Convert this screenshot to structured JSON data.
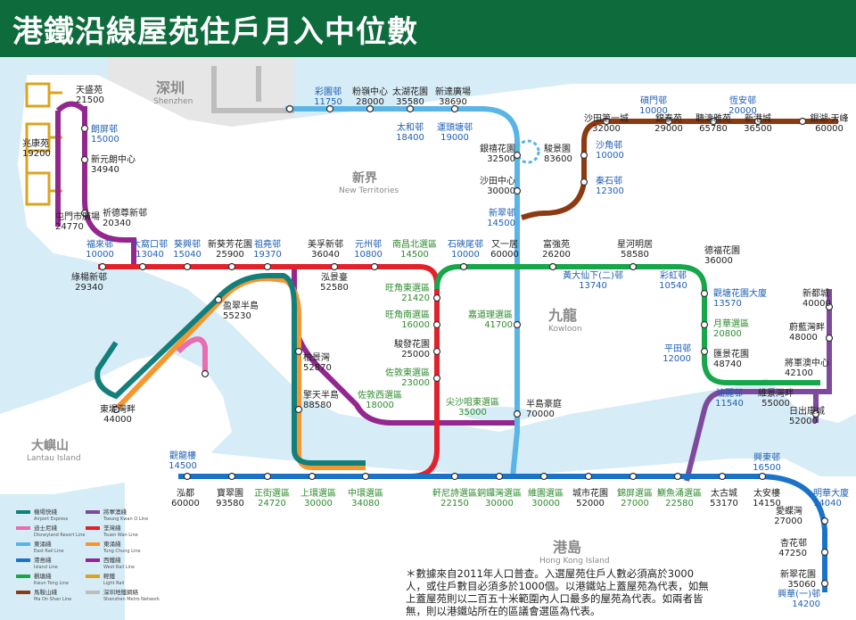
{
  "title": "港鐵沿線屋苑住戶月入中位數",
  "colors": {
    "title_bg": "#0e6b3c",
    "sea": "#d6ecf7",
    "land": "#ffffff",
    "tsuen_wan_line": "#e3212b",
    "kwun_tong_line": "#17a74a",
    "island_line": "#1a73c7",
    "east_rail_line": "#5ab4e5",
    "tuen_ma_line": "#93278f",
    "ma_on_shan_line": "#8b3a12",
    "tung_chung_line": "#f5962f",
    "airport_express": "#127f7a",
    "disneyland_line": "#e86db1",
    "light_rail": "#d9a520",
    "tseung_kwan_o_line": "#7d4a9e"
  },
  "areas": {
    "shenzhen": {
      "zh": "深圳",
      "en": "Shenzhen"
    },
    "new_territories": {
      "zh": "新界",
      "en": "New Territories"
    },
    "kowloon": {
      "zh": "九龍",
      "en": "Kowloon"
    },
    "hong_kong_island": {
      "zh": "港島",
      "en": "Hong Kong Island"
    },
    "lantau": {
      "zh": "大嶼山",
      "en": "Lantau Island"
    }
  },
  "stations": [
    {
      "id": "tin-shui-wai",
      "name": "天盛苑",
      "value": "21500",
      "style": "normal"
    },
    {
      "id": "long-ping",
      "name": "朗屏邨",
      "value": "15000",
      "style": "blue"
    },
    {
      "id": "yuen-long",
      "name": "新元朗中心",
      "value": "34940",
      "style": "normal"
    },
    {
      "id": "siu-hong",
      "name": "兆康苑",
      "value": "19200",
      "style": "normal"
    },
    {
      "id": "tuen-mun",
      "name": "屯門市廣場",
      "value": "24770",
      "style": "normal"
    },
    {
      "id": "tsuen-wan-west",
      "name": "祈德尊新邨",
      "value": "20340",
      "style": "normal"
    },
    {
      "id": "lo-wu",
      "name": "彩園邨",
      "value": "11750",
      "style": "blue"
    },
    {
      "id": "fanling",
      "name": "粉嶺中心",
      "value": "28000",
      "style": "normal"
    },
    {
      "id": "tai-po-market",
      "name": "太湖花園",
      "value": "35580",
      "style": "normal"
    },
    {
      "id": "tai-wo",
      "name": "太和邨",
      "value": "18400",
      "style": "blue"
    },
    {
      "id": "university",
      "name": "新達廣場",
      "value": "38690",
      "style": "normal"
    },
    {
      "id": "fo-tan",
      "name": "運頭塘邨",
      "value": "19000",
      "style": "blue"
    },
    {
      "id": "racecourse",
      "name": "銀禧花園",
      "value": "32500",
      "style": "normal"
    },
    {
      "id": "fo-tan-2",
      "name": "駿景園",
      "value": "83600",
      "style": "normal"
    },
    {
      "id": "sha-tin",
      "name": "沙田中心",
      "value": "30000",
      "style": "normal"
    },
    {
      "id": "tai-wai",
      "name": "新翠邨",
      "value": "14500",
      "style": "blue"
    },
    {
      "id": "wu-kai-sha",
      "name": "碩門邨",
      "value": "10000",
      "style": "blue"
    },
    {
      "id": "ma-on-shan",
      "name": "恆安邨",
      "value": "20000",
      "style": "blue"
    },
    {
      "id": "city-one",
      "name": "沙田第一城",
      "value": "32000",
      "style": "normal"
    },
    {
      "id": "shek-mun",
      "name": "錦泰苑",
      "value": "29000",
      "style": "normal"
    },
    {
      "id": "tai-shui-hang",
      "name": "聽濤雅苑",
      "value": "65780",
      "style": "normal"
    },
    {
      "id": "heng-on",
      "name": "新港城",
      "value": "36500",
      "style": "normal"
    },
    {
      "id": "wu-kai-sha-2",
      "name": "銀湖·天峰",
      "value": "60000",
      "style": "normal"
    },
    {
      "id": "sha-kok",
      "name": "沙角邨",
      "value": "10000",
      "style": "blue"
    },
    {
      "id": "chun-shek",
      "name": "秦石邨",
      "value": "12300",
      "style": "blue"
    },
    {
      "id": "tsuen-wan",
      "name": "福來邨",
      "value": "10000",
      "style": "blue"
    },
    {
      "id": "tai-wo-hau",
      "name": "大窩口邨",
      "value": "13040",
      "style": "blue"
    },
    {
      "id": "kwai-hing",
      "name": "葵興邨",
      "value": "15040",
      "style": "blue"
    },
    {
      "id": "kwai-fong",
      "name": "新葵芳花園",
      "value": "25900",
      "style": "normal"
    },
    {
      "id": "lai-king",
      "name": "祖堯邨",
      "value": "19370",
      "style": "blue"
    },
    {
      "id": "mei-foo",
      "name": "美孚新邨",
      "value": "36040",
      "style": "normal"
    },
    {
      "id": "cheung-sha-wan",
      "name": "元州邨",
      "value": "10800",
      "style": "blue"
    },
    {
      "id": "nam-cheong",
      "name": "南昌北選區",
      "value": "14500",
      "style": "green"
    },
    {
      "id": "shek-kip-mei",
      "name": "石硤尾邨",
      "value": "10000",
      "style": "blue"
    },
    {
      "id": "kowloon-tong",
      "name": "又一居",
      "value": "60000",
      "style": "normal"
    },
    {
      "id": "lok-fu",
      "name": "富強苑",
      "value": "26200",
      "style": "normal"
    },
    {
      "id": "wong-tai-sin",
      "name": "星河明居",
      "value": "58580",
      "style": "normal"
    },
    {
      "id": "diamond-hill",
      "name": "德福花園",
      "value": "36000",
      "style": "normal"
    },
    {
      "id": "tsing-yi-west",
      "name": "綠楊新邨",
      "value": "29340",
      "style": "normal"
    },
    {
      "id": "lai-chi-kok",
      "name": "泓景臺",
      "value": "52580",
      "style": "normal"
    },
    {
      "id": "tsing-yi",
      "name": "盈翠半島",
      "value": "55230",
      "style": "normal"
    },
    {
      "id": "mong-kok-e",
      "name": "旺角東選區",
      "value": "21420",
      "style": "green"
    },
    {
      "id": "mong-kok-s",
      "name": "旺角南選區",
      "value": "16000",
      "style": "green"
    },
    {
      "id": "ho-man-tin",
      "name": "駿發花園",
      "value": "25000",
      "style": "normal"
    },
    {
      "id": "jordan",
      "name": "佐敦東選區",
      "value": "23000",
      "style": "green"
    },
    {
      "id": "kowloon-tong-2",
      "name": "嘉道理選區",
      "value": "41700",
      "style": "green"
    },
    {
      "id": "wong-tai-sin-2",
      "name": "黃大仙下(二)邨",
      "value": "13740",
      "style": "blue"
    },
    {
      "id": "choi-hung",
      "name": "彩虹邨",
      "value": "10540",
      "style": "blue"
    },
    {
      "id": "kwun-tong",
      "name": "觀塘花園大廈",
      "value": "13570",
      "style": "blue"
    },
    {
      "id": "ngau-tau-kok",
      "name": "月華選區",
      "value": "20800",
      "style": "green"
    },
    {
      "id": "kowloon-bay",
      "name": "匯景花園",
      "value": "48740",
      "style": "normal"
    },
    {
      "id": "ping-tin",
      "name": "平田邨",
      "value": "12000",
      "style": "blue"
    },
    {
      "id": "po-lam",
      "name": "新都城",
      "value": "40000",
      "style": "normal"
    },
    {
      "id": "hang-hau",
      "name": "蔚藍灣畔",
      "value": "48000",
      "style": "normal"
    },
    {
      "id": "tko",
      "name": "將軍澳中心",
      "value": "42100",
      "style": "normal"
    },
    {
      "id": "lohas",
      "name": "日出康城",
      "value": "52000",
      "style": "normal"
    },
    {
      "id": "yau-tong",
      "name": "油麗邨",
      "value": "11540",
      "style": "blue"
    },
    {
      "id": "tiu-keng-leng",
      "name": "維景灣畔",
      "value": "55000",
      "style": "normal"
    },
    {
      "id": "olympic",
      "name": "柏景灣",
      "value": "52870",
      "style": "normal"
    },
    {
      "id": "kowloon",
      "name": "擎天半島",
      "value": "88580",
      "style": "normal"
    },
    {
      "id": "austin",
      "name": "佐敦西選區",
      "value": "18000",
      "style": "green"
    },
    {
      "id": "tst-east",
      "name": "尖沙咀東選區",
      "value": "35000",
      "style": "green"
    },
    {
      "id": "hung-hom",
      "name": "半島豪庭",
      "value": "70000",
      "style": "normal"
    },
    {
      "id": "tung-chung",
      "name": "東堤灣畔",
      "value": "44000",
      "style": "normal"
    },
    {
      "id": "kennedy-town",
      "name": "觀龍樓",
      "value": "14500",
      "style": "blue"
    },
    {
      "id": "hku",
      "name": "泓都",
      "value": "60000",
      "style": "normal"
    },
    {
      "id": "sai-ying-pun",
      "name": "寶翠園",
      "value": "93580",
      "style": "normal"
    },
    {
      "id": "sheung-wan",
      "name": "正街選區",
      "value": "24720",
      "style": "green"
    },
    {
      "id": "central-1",
      "name": "上環選區",
      "value": "30000",
      "style": "green"
    },
    {
      "id": "central-2",
      "name": "中環選區",
      "value": "34080",
      "style": "green"
    },
    {
      "id": "admiralty",
      "name": "軒尼詩選區",
      "value": "22150",
      "style": "green"
    },
    {
      "id": "wan-chai",
      "name": "銅鑼灣選區",
      "value": "30000",
      "style": "green"
    },
    {
      "id": "causeway-bay",
      "name": "維園選區",
      "value": "30000",
      "style": "green"
    },
    {
      "id": "tin-hau",
      "name": "城市花園",
      "value": "52000",
      "style": "normal"
    },
    {
      "id": "fortress-hill",
      "name": "錦屏選區",
      "value": "27000",
      "style": "green"
    },
    {
      "id": "north-point",
      "name": "鰂魚涌選區",
      "value": "22580",
      "style": "green"
    },
    {
      "id": "tai-koo",
      "name": "太古城",
      "value": "53170",
      "style": "normal"
    },
    {
      "id": "sai-wan-ho",
      "name": "太安樓",
      "value": "14150",
      "style": "normal"
    },
    {
      "id": "heng-fa-chuen",
      "name": "興東邨",
      "value": "16500",
      "style": "blue"
    },
    {
      "id": "shau-kei-wan",
      "name": "明華大廈",
      "value": "14040",
      "style": "blue"
    },
    {
      "id": "chai-wan-1",
      "name": "愛蝶灣",
      "value": "27000",
      "style": "normal"
    },
    {
      "id": "chai-wan-2",
      "name": "杏花邨",
      "value": "47250",
      "style": "normal"
    },
    {
      "id": "chai-wan-3",
      "name": "新翠花園",
      "value": "35060",
      "style": "normal"
    },
    {
      "id": "chai-wan-4",
      "name": "興華(一)邨",
      "value": "14200",
      "style": "blue"
    }
  ],
  "legend": [
    {
      "zh": "機場快綫",
      "en": "Airport Express",
      "color": "#127f7a"
    },
    {
      "zh": "迪士尼綫",
      "en": "Disneyland Resort Line",
      "color": "#e86db1"
    },
    {
      "zh": "東涌綫",
      "en": "East Rail Line",
      "color": "#5ab4e5"
    },
    {
      "zh": "港島綫",
      "en": "Island Line",
      "color": "#1a73c7"
    },
    {
      "zh": "觀塘綫",
      "en": "Kwun Tong Line",
      "color": "#17a74a"
    },
    {
      "zh": "馬鞍山綫",
      "en": "Ma On Shan Line",
      "color": "#8b3a12"
    },
    {
      "zh": "將軍澳綫",
      "en": "Tseung Kwan O Line",
      "color": "#7d4a9e"
    },
    {
      "zh": "荃灣綫",
      "en": "Tsuen Wan Line",
      "color": "#e3212b"
    },
    {
      "zh": "東涌綫",
      "en": "Tung Chung Line",
      "color": "#f5962f"
    },
    {
      "zh": "西鐵綫",
      "en": "West Rail Line",
      "color": "#93278f"
    },
    {
      "zh": "輕鐵",
      "en": "Light Rail",
      "color": "#d9a520"
    },
    {
      "zh": "深圳地鐵網絡",
      "en": "Shenzhen Metro Network",
      "color": "#bdbdbd"
    }
  ],
  "footnote": "＊數據來自2011年人口普查。入選屋苑住戶人數必須高於3000人，或住戶數目必須多於1000個。以港鐵站上蓋屋苑為代表，如無上蓋屋苑則以二百五十米範圍內人口最多的屋苑為代表。如兩者皆無，則以港鐵站所在的區議會選區為代表。"
}
